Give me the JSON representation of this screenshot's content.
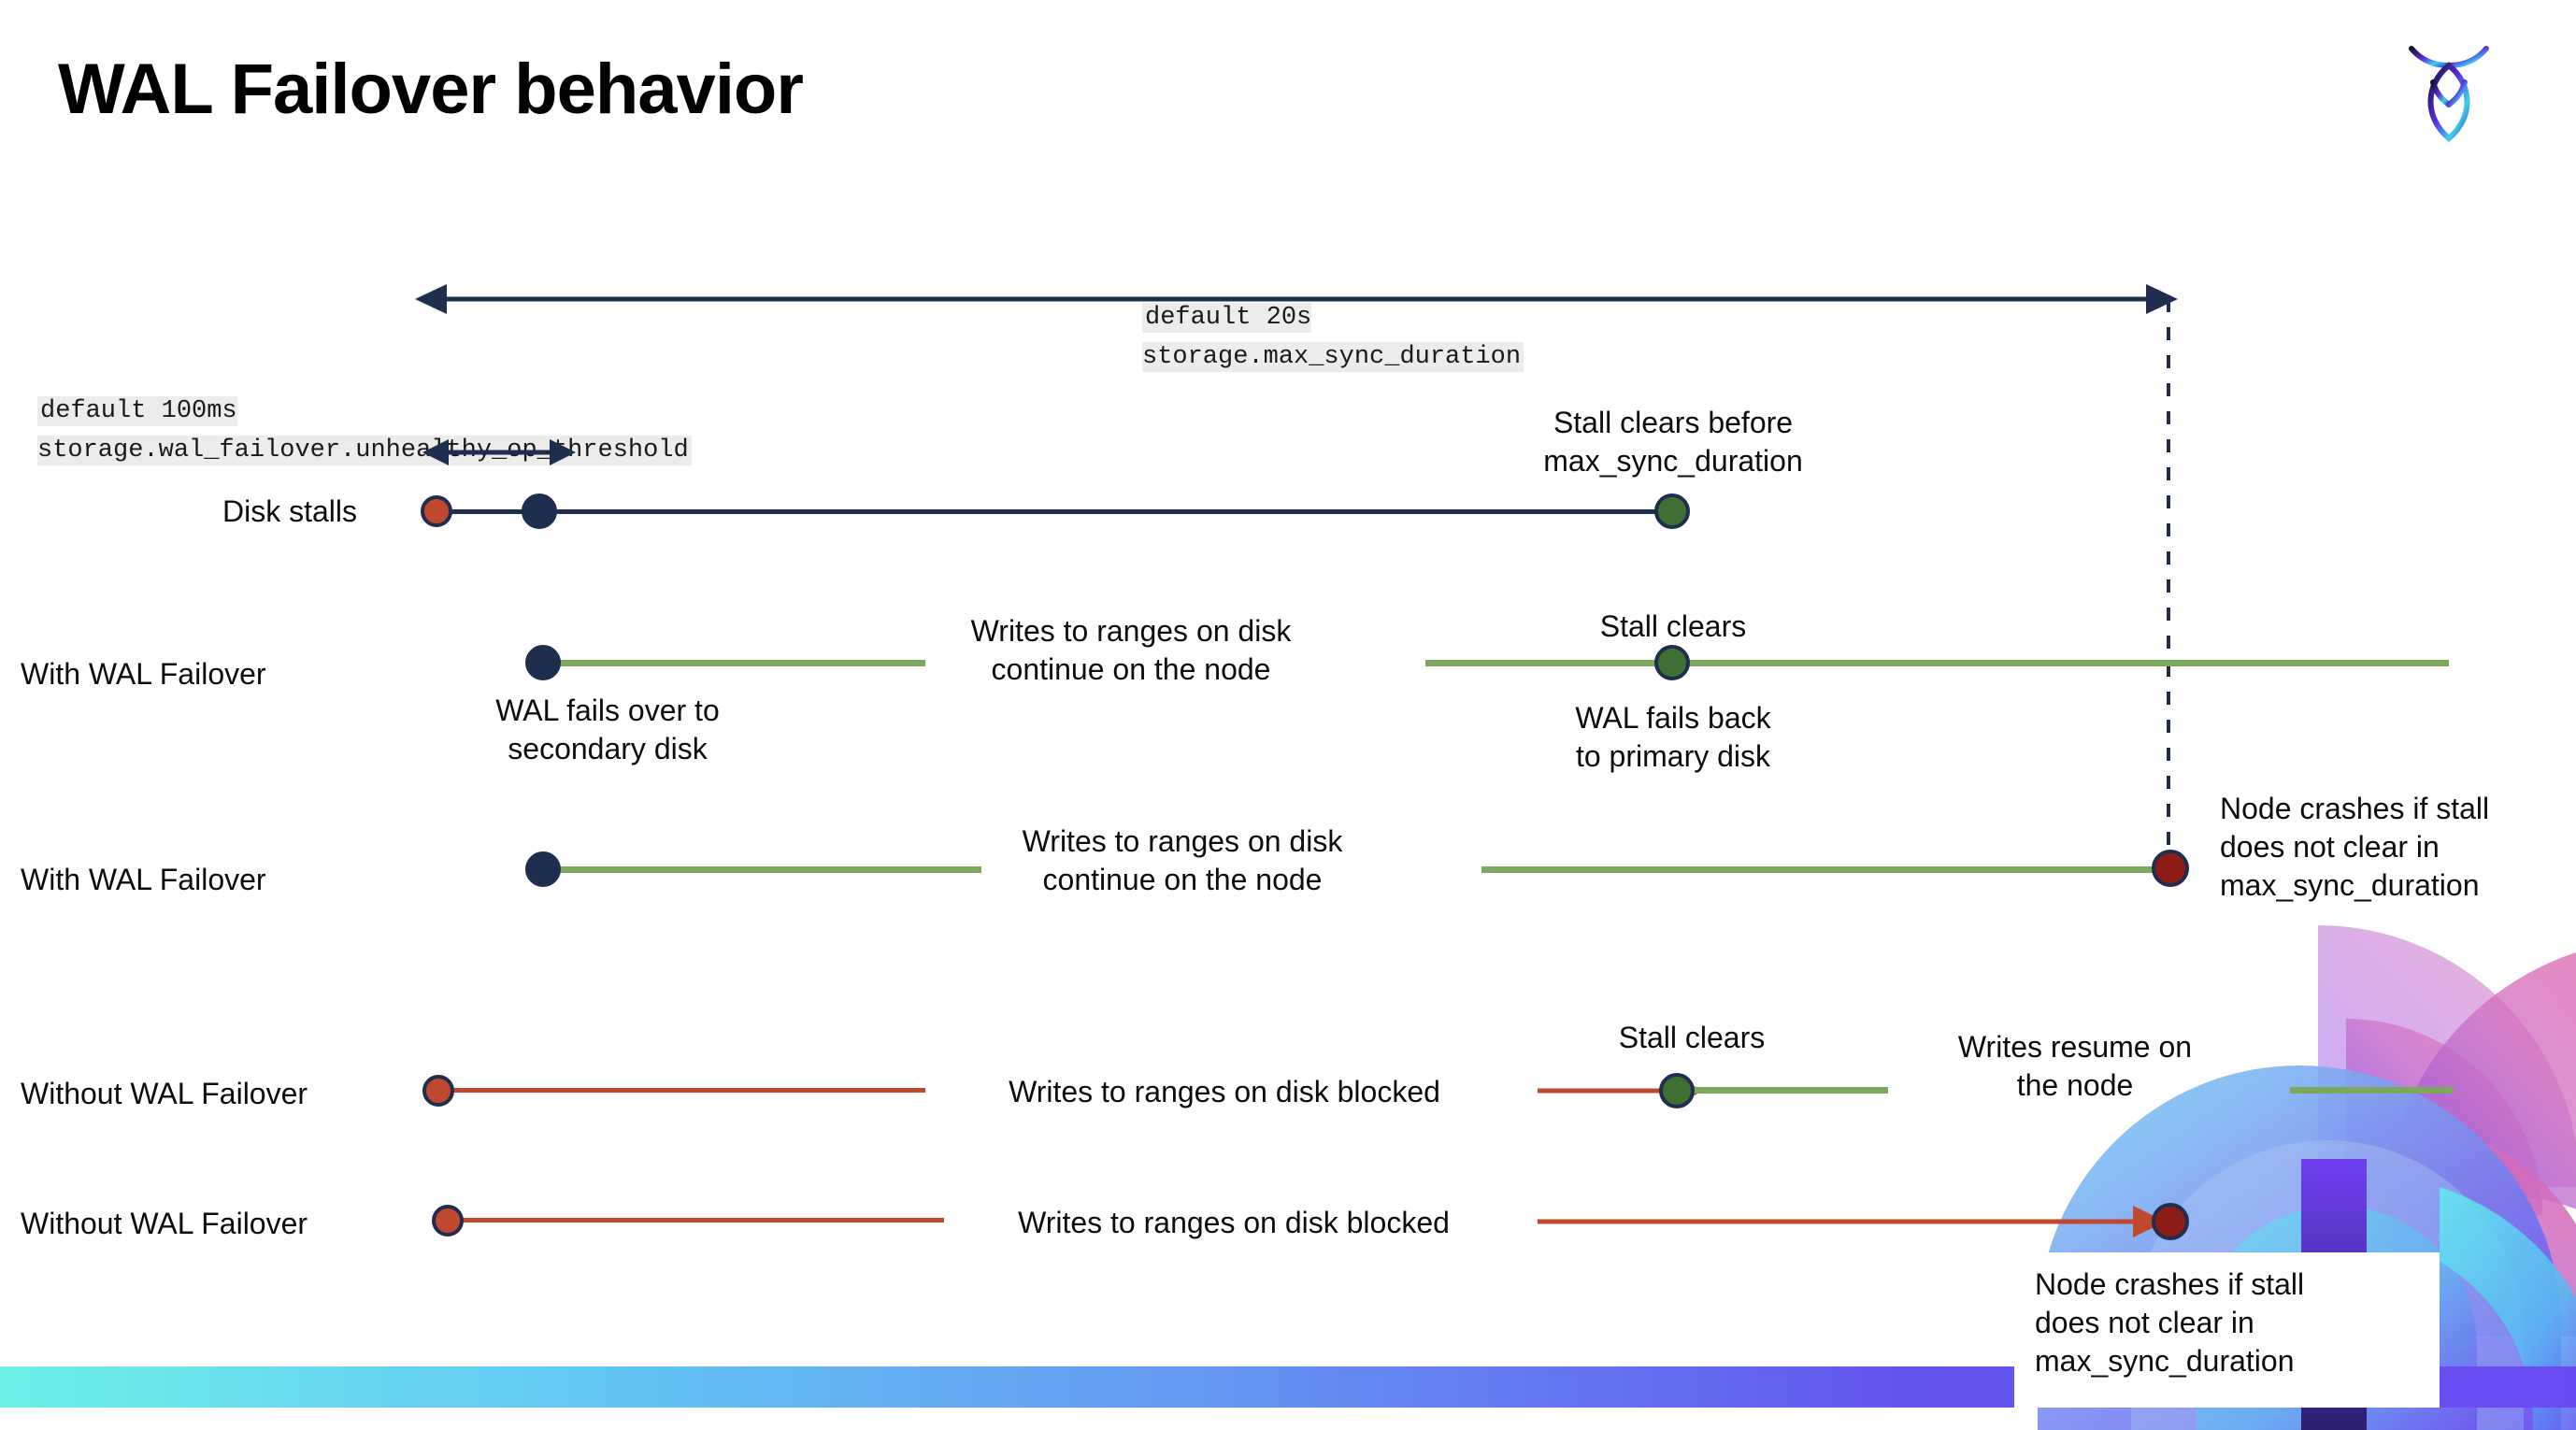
{
  "title": "WAL Failover behavior",
  "brand": {
    "logo_name": "cockroach-labs-logo"
  },
  "annotations": {
    "max_sync": "default 20s\nstorage.max_sync_duration",
    "unhealthy_threshold": "default 100ms\nstorage.wal_failover.unhealthy_op_threshold"
  },
  "rows": [
    {
      "label": "Disk stalls",
      "notes": [
        "Stall clears before\nmax_sync_duration"
      ]
    },
    {
      "label": "With WAL Failover",
      "notes": [
        "WAL fails over to\nsecondary disk",
        "Writes to ranges on disk\ncontinue on the node",
        "Stall clears",
        "WAL fails  back\nto primary disk"
      ]
    },
    {
      "label": "With WAL Failover",
      "notes": [
        "Writes to ranges on disk\ncontinue on the node",
        "Node crashes if stall\ndoes not clear in\nmax_sync_duration"
      ]
    },
    {
      "label": "Without WAL Failover",
      "notes": [
        "Writes to ranges on disk  blocked",
        "Stall clears",
        "Writes resume on\nthe node"
      ]
    },
    {
      "label": "Without WAL Failover",
      "notes": [
        "Writes to ranges on disk  blocked",
        "Node crashes if stall\ndoes not clear in\nmax_sync_duration"
      ]
    }
  ],
  "colors": {
    "navy": "#1F2D4E",
    "red": "#C0482F",
    "dark_red": "#8C1B16",
    "green_line": "#7BA85C",
    "green_dot": "#3E7031",
    "accent_gradient_start": "#6ef0e8",
    "accent_gradient_end": "#6a4bf2"
  }
}
